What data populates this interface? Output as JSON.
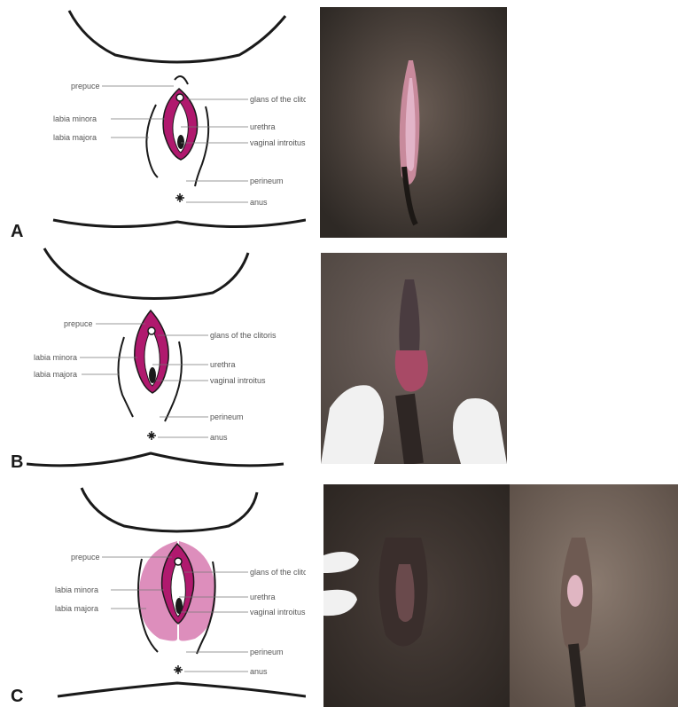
{
  "colors": {
    "accent": "#b0196e",
    "accent_light": "#d77ab0",
    "label_text": "#555555",
    "outline": "#1a1a1a",
    "skin_dark": "#3b3532",
    "skin_mid": "#5a4f49",
    "skin_light": "#7a6a60",
    "glove": "#f1f1f1"
  },
  "panels": [
    {
      "letter": "A",
      "labels": {
        "prepuce": "prepuce",
        "glans": "glans of the clitoris",
        "labia_minora": "labia minora",
        "urethra": "urethra",
        "labia_majora": "labia majora",
        "vaginal_introitus": "vaginal introitus",
        "perineum": "perineum",
        "anus": "anus"
      }
    },
    {
      "letter": "B",
      "labels": {
        "prepuce": "prepuce",
        "glans": "glans of the clitoris",
        "labia_minora": "labia minora",
        "urethra": "urethra",
        "labia_majora": "labia majora",
        "vaginal_introitus": "vaginal introitus",
        "perineum": "perineum",
        "anus": "anus"
      }
    },
    {
      "letter": "C",
      "labels": {
        "prepuce": "prepuce",
        "glans": "glans of the clitoris",
        "labia_minora": "labia minora",
        "urethra": "urethra",
        "labia_majora": "labia majora",
        "vaginal_introitus": "vaginal introitus",
        "perineum": "perineum",
        "anus": "anus"
      }
    }
  ]
}
